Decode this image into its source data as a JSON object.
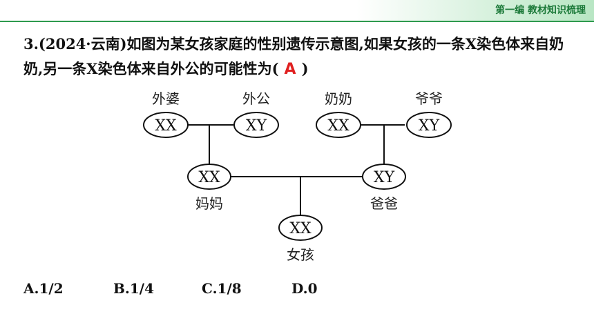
{
  "header": {
    "label": "第一编  教材知识梳理"
  },
  "question": {
    "text_before": "3.(2024·云南)如图为某女孩家庭的性别遗传示意图,如果女孩的一条X染色体来自奶奶,另一条X染色体来自外公的可能性为(",
    "answer": "A",
    "text_after": ")"
  },
  "diagram": {
    "nodes": {
      "waipo": {
        "genotype": "XX",
        "label": "外婆"
      },
      "waigong": {
        "genotype": "XY",
        "label": "外公"
      },
      "nainai": {
        "genotype": "XX",
        "label": "奶奶"
      },
      "yeye": {
        "genotype": "XY",
        "label": "爷爷"
      },
      "mama": {
        "genotype": "XX",
        "label": "妈妈"
      },
      "baba": {
        "genotype": "XY",
        "label": "爸爸"
      },
      "nvhai": {
        "genotype": "XX",
        "label": "女孩"
      }
    }
  },
  "options": [
    {
      "text": "A.1/2"
    },
    {
      "text": "B.1/4"
    },
    {
      "text": "C.1/8"
    },
    {
      "text": "D.0"
    }
  ]
}
